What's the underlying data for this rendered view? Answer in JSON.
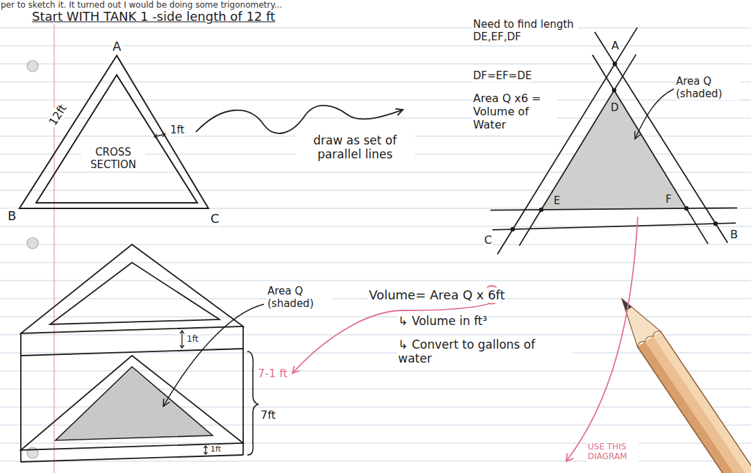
{
  "diagram": {
    "title": "Start WITH TANK 1 -side length of 12 ft",
    "labels": [
      "per to sketch it. It turned out I would be doing some trigonometry...",
      "A",
      "12ft",
      "1ft",
      "CROSS SECTION",
      "B",
      "C",
      "draw as set of parallel lines",
      "Need to find length DE,EF,DF",
      "DF=EF=DE",
      "Area Q x6 = Volume of Water",
      "A",
      "D",
      "Area Q (shaded)",
      "E",
      "F",
      "C",
      "B",
      "Area Q (shaded)",
      "1ft",
      "Volume= Area Q x 6ft",
      "↳ Volume in ft³",
      "↳ Convert to gallons of water",
      "7-1 ft",
      "7ft",
      "1ft",
      "USE THIS DIAGRAM"
    ]
  }
}
